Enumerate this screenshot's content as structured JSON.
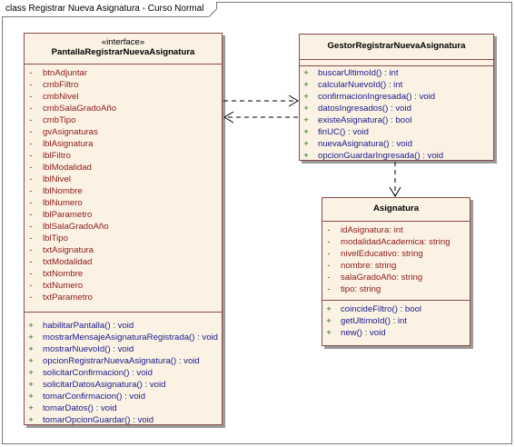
{
  "frame": {
    "title": "class Registrar Nueva Asignatura - Curso Normal"
  },
  "classes": {
    "pantalla": {
      "stereotype": "«interface»",
      "name": "PantallaRegistrarNuevaAsignatura",
      "attributes": [
        {
          "vis": "-",
          "text": "btnAdjuntar"
        },
        {
          "vis": "-",
          "text": "cmbFiltro"
        },
        {
          "vis": "-",
          "text": "cmbNivel"
        },
        {
          "vis": "-",
          "text": "cmbSalaGradoAño"
        },
        {
          "vis": "-",
          "text": "cmbTipo"
        },
        {
          "vis": "-",
          "text": "gvAsignaturas"
        },
        {
          "vis": "-",
          "text": "lblAsignatura"
        },
        {
          "vis": "-",
          "text": "lblFiltro"
        },
        {
          "vis": "-",
          "text": "lblModalidad"
        },
        {
          "vis": "-",
          "text": "lblNivel"
        },
        {
          "vis": "-",
          "text": "lblNombre"
        },
        {
          "vis": "-",
          "text": "lblNumero"
        },
        {
          "vis": "-",
          "text": "lblParametro"
        },
        {
          "vis": "-",
          "text": "lblSalaGradoAño"
        },
        {
          "vis": "-",
          "text": "lblTipo"
        },
        {
          "vis": "-",
          "text": "txtAsignatura"
        },
        {
          "vis": "-",
          "text": "txtModalidad"
        },
        {
          "vis": "-",
          "text": "txtNombre"
        },
        {
          "vis": "-",
          "text": "txtNumero"
        },
        {
          "vis": "-",
          "text": "txtParametro"
        }
      ],
      "operations": [
        {
          "vis": "+",
          "text": "habilitarPantalla() : void"
        },
        {
          "vis": "+",
          "text": "mostrarMensajeAsignaturaRegistrada() : void"
        },
        {
          "vis": "+",
          "text": "mostrarNuevoId() : void"
        },
        {
          "vis": "+",
          "text": "opcionRegistrarNuevaAsignatura() : void"
        },
        {
          "vis": "+",
          "text": "solicitarConfirmacion() : void"
        },
        {
          "vis": "+",
          "text": "solicitarDatosAsignatura() : void"
        },
        {
          "vis": "+",
          "text": "tomarConfirmacion() : void"
        },
        {
          "vis": "+",
          "text": "tomarDatos() : void"
        },
        {
          "vis": "+",
          "text": "tomarOpcionGuardar() : void"
        }
      ]
    },
    "gestor": {
      "name": "GestorRegistrarNuevaAsignatura",
      "operations": [
        {
          "vis": "+",
          "text": "buscarUltimoId() : int"
        },
        {
          "vis": "+",
          "text": "calcularNuevoId() : int"
        },
        {
          "vis": "+",
          "text": "confirmacionIngresada() : void"
        },
        {
          "vis": "+",
          "text": "datosIngresados() : void"
        },
        {
          "vis": "+",
          "text": "existeAsignatura() : bool"
        },
        {
          "vis": "+",
          "text": "finUC() : void"
        },
        {
          "vis": "+",
          "text": "nuevaAsignatura() : void"
        },
        {
          "vis": "+",
          "text": "opcionGuardarIngresada() : void"
        }
      ]
    },
    "asignatura": {
      "name": "Asignatura",
      "attributes": [
        {
          "vis": "-",
          "text": "idAsignatura:  int"
        },
        {
          "vis": "-",
          "text": "modalidadAcademica:  string"
        },
        {
          "vis": "-",
          "text": "nivelEducativo:  string"
        },
        {
          "vis": "-",
          "text": "nombre:  string"
        },
        {
          "vis": "-",
          "text": "salaGradoAño:  string"
        },
        {
          "vis": "-",
          "text": "tipo:  string"
        }
      ],
      "operations": [
        {
          "vis": "+",
          "text": "coincideFiltro() : bool"
        },
        {
          "vis": "+",
          "text": "getUltimoId() : int"
        },
        {
          "vis": "+",
          "text": "new() : void"
        }
      ]
    }
  },
  "colors": {
    "class_fill": "#fbf2e3",
    "class_border": "#8a4a4a",
    "attribute_text": "#8b1a1a",
    "operation_text": "#1a1a8b"
  }
}
